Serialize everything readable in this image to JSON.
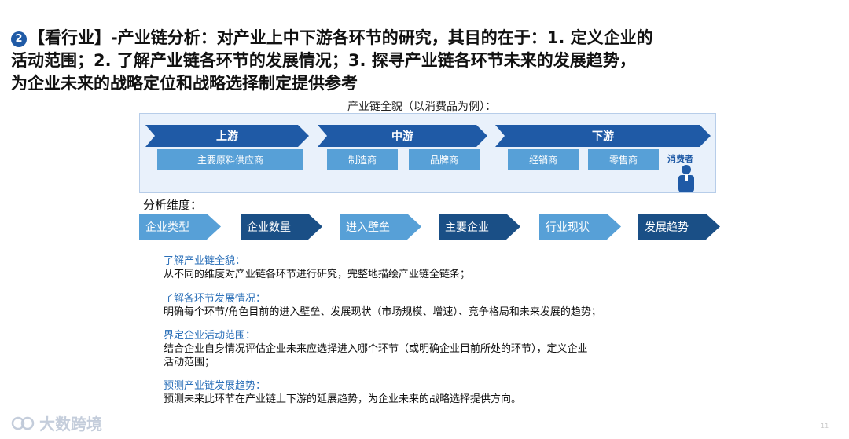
{
  "title": {
    "bullet": "2",
    "line1": "【看行业】-产业链分析：对产业上中下游各环节的研究，其目的在于：1. 定义企业的",
    "line2": "活动范围；2. 了解产业链各环节的发展情况；3. 探寻产业链各环节未来的发展趋势，",
    "line3": "为企业未来的战略定位和战略选择制定提供参考"
  },
  "panorama": {
    "caption": "产业链全貌（以消费品为例）：",
    "stages": [
      {
        "label": "上游",
        "items": [
          "主要原料供应商"
        ]
      },
      {
        "label": "中游",
        "items": [
          "制造商",
          "品牌商"
        ]
      },
      {
        "label": "下游",
        "items": [
          "经销商",
          "零售商"
        ]
      }
    ],
    "consumer_label": "消费者",
    "consumer_icon": "person-icon"
  },
  "dimensions": {
    "heading": "分析维度：",
    "items": [
      "企业类型",
      "企业数量",
      "进入壁垒",
      "主要企业",
      "行业现状",
      "发展趋势"
    ]
  },
  "descriptions": [
    {
      "heading": "了解产业链全貌：",
      "body": "从不同的维度对产业链各环节进行研究，完整地描绘产业链全链条；"
    },
    {
      "heading": "了解各环节发展情况：",
      "body": "明确每个环节/角色目前的进入壁垒、发展现状（市场规模、增速）、竞争格局和未来发展的趋势；"
    },
    {
      "heading": "界定企业活动范围：",
      "body": "结合企业自身情况评估企业未来应选择进入哪个环节（或明确企业目前所处的环节），定义企业",
      "body2": "活动范围；"
    },
    {
      "heading": "预测产业链发展趋势：",
      "body": "预测未来此环节在产业链上下游的延展趋势，为企业未来的战略选择提供方向。"
    }
  ],
  "watermark": {
    "text": "大数跨境",
    "icon": "logo-icon"
  },
  "page_number": "11",
  "colors": {
    "dark_blue": "#1f5aa6",
    "light_blue": "#57a0d7",
    "navy": "#1a4f86",
    "heading_blue": "#2a6fb8",
    "panel_bg": "#e9f1fb"
  }
}
